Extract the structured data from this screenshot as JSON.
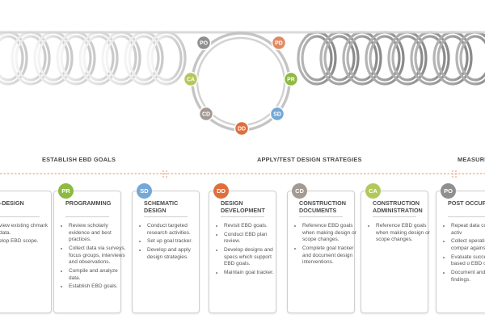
{
  "colors": {
    "pd": "#e08a63",
    "pr": "#8dba3f",
    "sd": "#74a8d6",
    "dd": "#e06e3b",
    "cd": "#a49a93",
    "ca": "#b2c85c",
    "po": "#8f8f8f",
    "divider": "#e89568"
  },
  "cycle": {
    "labels": [
      "PD",
      "PR",
      "SD",
      "DD",
      "CD",
      "CA",
      "PO"
    ]
  },
  "phases": {
    "left": "ESTABLISH EBD GOALS",
    "center": "APPLY/TEST DESIGN STRATEGIES",
    "right": "MEASURE"
  },
  "cards": [
    {
      "code": "",
      "title": "E-DESIGN",
      "bullets": [
        "view existing chmark data.",
        "elop EBD scope."
      ]
    },
    {
      "code": "PR",
      "title": "PROGRAMMING",
      "bullets": [
        "Review scholarly evidence and best practices.",
        "Collect data via surveys, focus groups, interviews and observations.",
        "Compile and analyze data.",
        "Establish EBD goals."
      ]
    },
    {
      "code": "SD",
      "title": "SCHEMATIC DESIGN",
      "bullets": [
        "Conduct targeted research activities.",
        "Set up goal tracker.",
        "Develop and apply design strategies."
      ]
    },
    {
      "code": "DD",
      "title": "DESIGN DEVELOPMENT",
      "bullets": [
        "Revisit EBD goals.",
        "Conduct EBD plan review.",
        "Develop designs and specs which support EBD goals.",
        "Maintain goal tracker."
      ]
    },
    {
      "code": "CD",
      "title": "CONSTRUCTION DOCUMENTS",
      "bullets": [
        "Reference EBD goals when making design or scope changes.",
        "Complete goal tracker and document design interventions."
      ]
    },
    {
      "code": "CA",
      "title": "CONSTRUCTION ADMINISTRATION",
      "bullets": [
        "Reference EBD goals when making design or scope changes."
      ]
    },
    {
      "code": "PO",
      "title": "POST OCCUPANCY",
      "bullets": [
        "Repeat data collection activ",
        "Collect operati data to compar against benchm",
        "Evaluate succe design based o EBD outcomes.",
        "Document and share findings."
      ]
    }
  ]
}
